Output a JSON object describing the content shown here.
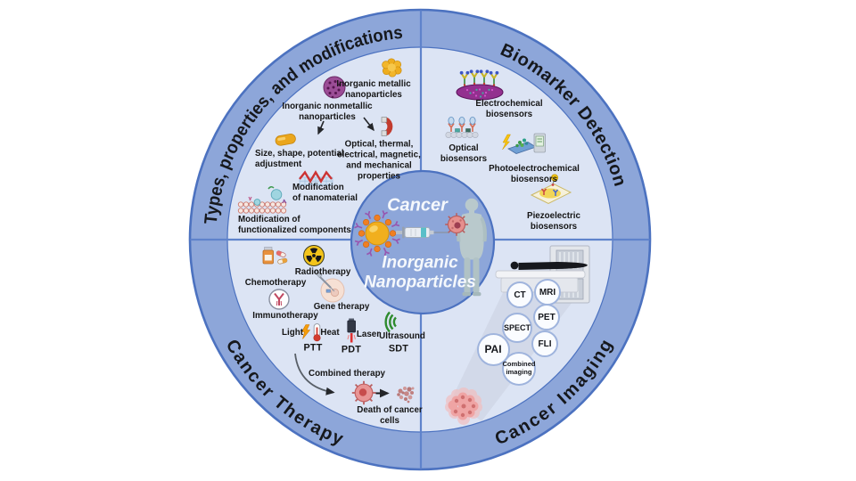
{
  "title": "Inorganic nanoparticles in cancer overview diagram",
  "ring": {
    "types_label": "Types, properties, and modifications",
    "biomarker_label": "Biomarker Detection",
    "therapy_label": "Cancer Therapy",
    "imaging_label": "Cancer Imaging"
  },
  "center": {
    "top_label": "Cancer",
    "bottom_label": "Inorganic\nNanoparticles"
  },
  "types_quadrant": {
    "metallic": "Inorganic metallic\nnanoparticles",
    "nonmetallic": "Inorganic nonmetallic\nnanoparticles",
    "size_shape": "Size, shape, potential\nadjustment",
    "properties": "Optical, thermal,\nelectrical, magnetic,\nand mechanical\nproperties",
    "mod_nano": "Modification\nof nanomaterial",
    "mod_func": "Modification of\nfunctionalized components"
  },
  "biomarker_quadrant": {
    "electrochemical": "Electrochemical\nbiosensors",
    "optical": "Optical\nbiosensors",
    "photoelectrochemical": "Photoelectrochemical\nbiosensors",
    "piezoelectric": "Piezoelectric\nbiosensors"
  },
  "therapy_quadrant": {
    "chemotherapy": "Chemotherapy",
    "radiotherapy": "Radiotherapy",
    "immunotherapy": "Immunotherapy",
    "gene": "Gene therapy",
    "light": "Light",
    "heat": "Heat",
    "ptt": "PTT",
    "laser": "Laser",
    "pdt": "PDT",
    "ultrasound": "Ultrasound",
    "sdt": "SDT",
    "combined": "Combined therapy",
    "death": "Death of cancer\ncells"
  },
  "imaging_quadrant": {
    "modalities": [
      "CT",
      "MRI",
      "PET",
      "SPECT",
      "FLI",
      "PAI"
    ],
    "combined_label": "Combined\nimaging"
  },
  "colors": {
    "ring": "#8da6d9",
    "ring_border": "#4c72c0",
    "disc": "#dce4f4",
    "divider": "#5f83cb",
    "circle_border": "#9fb4dd",
    "text": "#151515",
    "center_text": "#f5f8fc",
    "gold": "#f1af1e",
    "tumor_pink": "#efa4a4"
  }
}
